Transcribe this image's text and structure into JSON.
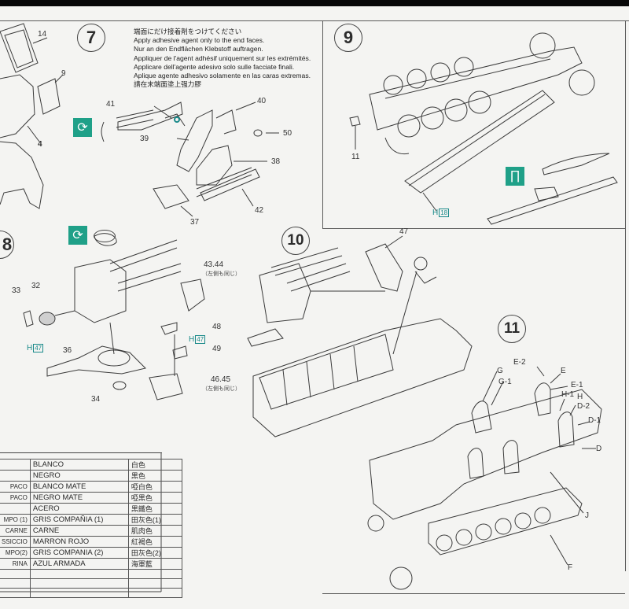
{
  "steps": {
    "step7": "7",
    "step8": "8",
    "step9": "9",
    "step10": "10",
    "step11": "11"
  },
  "instructions": {
    "ja": "端面にだけ接着剤をつけてください",
    "en": "Apply adhesive agent only to the end faces.",
    "de": "Nur an den Endflächen Klebstoff auftragen.",
    "fr": "Appliquer de l'agent adhésif uniquement sur les extrémités.",
    "it": "Applicare dell'agente adesivo solo sulle facciate finali.",
    "es": "Aplique agente adhesivo solamente en las caras extremas.",
    "zh": "請在末端面塗上强力膠"
  },
  "callouts": {
    "p14": "14",
    "p9": "9",
    "p4": "4",
    "p41": "41",
    "p40": "40",
    "p39": "39",
    "p50": "50",
    "p38": "38",
    "p42": "42",
    "p37": "37",
    "p33": "33",
    "p32": "32",
    "p36": "36",
    "p34": "34",
    "p4344": "43.44",
    "p4344_note": "（左側も同じ）",
    "p48": "48",
    "p49": "49",
    "p4645": "46.45",
    "p4645_note": "（左側も同じ）",
    "p11": "11",
    "p47": "47",
    "fig_G": "G",
    "fig_G1": "G-1",
    "fig_E2": "E-2",
    "fig_E": "E",
    "fig_E1": "E-1",
    "fig_H1": "H-1",
    "fig_H": "H",
    "fig_D2": "D-2",
    "fig_D1": "D-1",
    "fig_D": "D",
    "fig_J": "J",
    "fig_F": "F"
  },
  "paint_refs": {
    "h47_a": {
      "letter": "H",
      "num": "47"
    },
    "h47_b": {
      "letter": "H",
      "num": "47"
    },
    "h18": {
      "letter": "H",
      "num": "18"
    }
  },
  "color_table": {
    "rows": [
      {
        "it": "",
        "es": "BLANCO",
        "ja": "白色"
      },
      {
        "it": "",
        "es": "NEGRO",
        "ja": "黒色"
      },
      {
        "it": "PACO",
        "es": "BLANCO MATE",
        "ja": "啞白色"
      },
      {
        "it": "PACO",
        "es": "NEGRO MATE",
        "ja": "啞黒色"
      },
      {
        "it": "",
        "es": "ACERO",
        "ja": "黒鐵色"
      },
      {
        "it": "MPO (1)",
        "es": "GRIS COMPAÑIA (1)",
        "ja": "田灰色(1)"
      },
      {
        "it": "CARNE",
        "es": "CARNE",
        "ja": "肌肉色"
      },
      {
        "it": "SSICCIO",
        "es": "MARRON ROJO",
        "ja": "紅褐色"
      },
      {
        "it": "MPO(2)",
        "es": "GRIS COMPANIA (2)",
        "ja": "田灰色(2)"
      },
      {
        "it": "RINA",
        "es": "AZUL ARMADA",
        "ja": "海軍藍"
      },
      {
        "it": "",
        "es": "",
        "ja": ""
      },
      {
        "it": "",
        "es": "",
        "ja": ""
      },
      {
        "it": "",
        "es": "",
        "ja": ""
      }
    ]
  },
  "icons": {
    "rotate_a": "rotate-icon",
    "rotate_b": "rotate-icon",
    "cut_sprue": "nipper-icon"
  },
  "colors": {
    "accent_teal": "#1fa088",
    "paint_ref": "#1a8a8a"
  }
}
